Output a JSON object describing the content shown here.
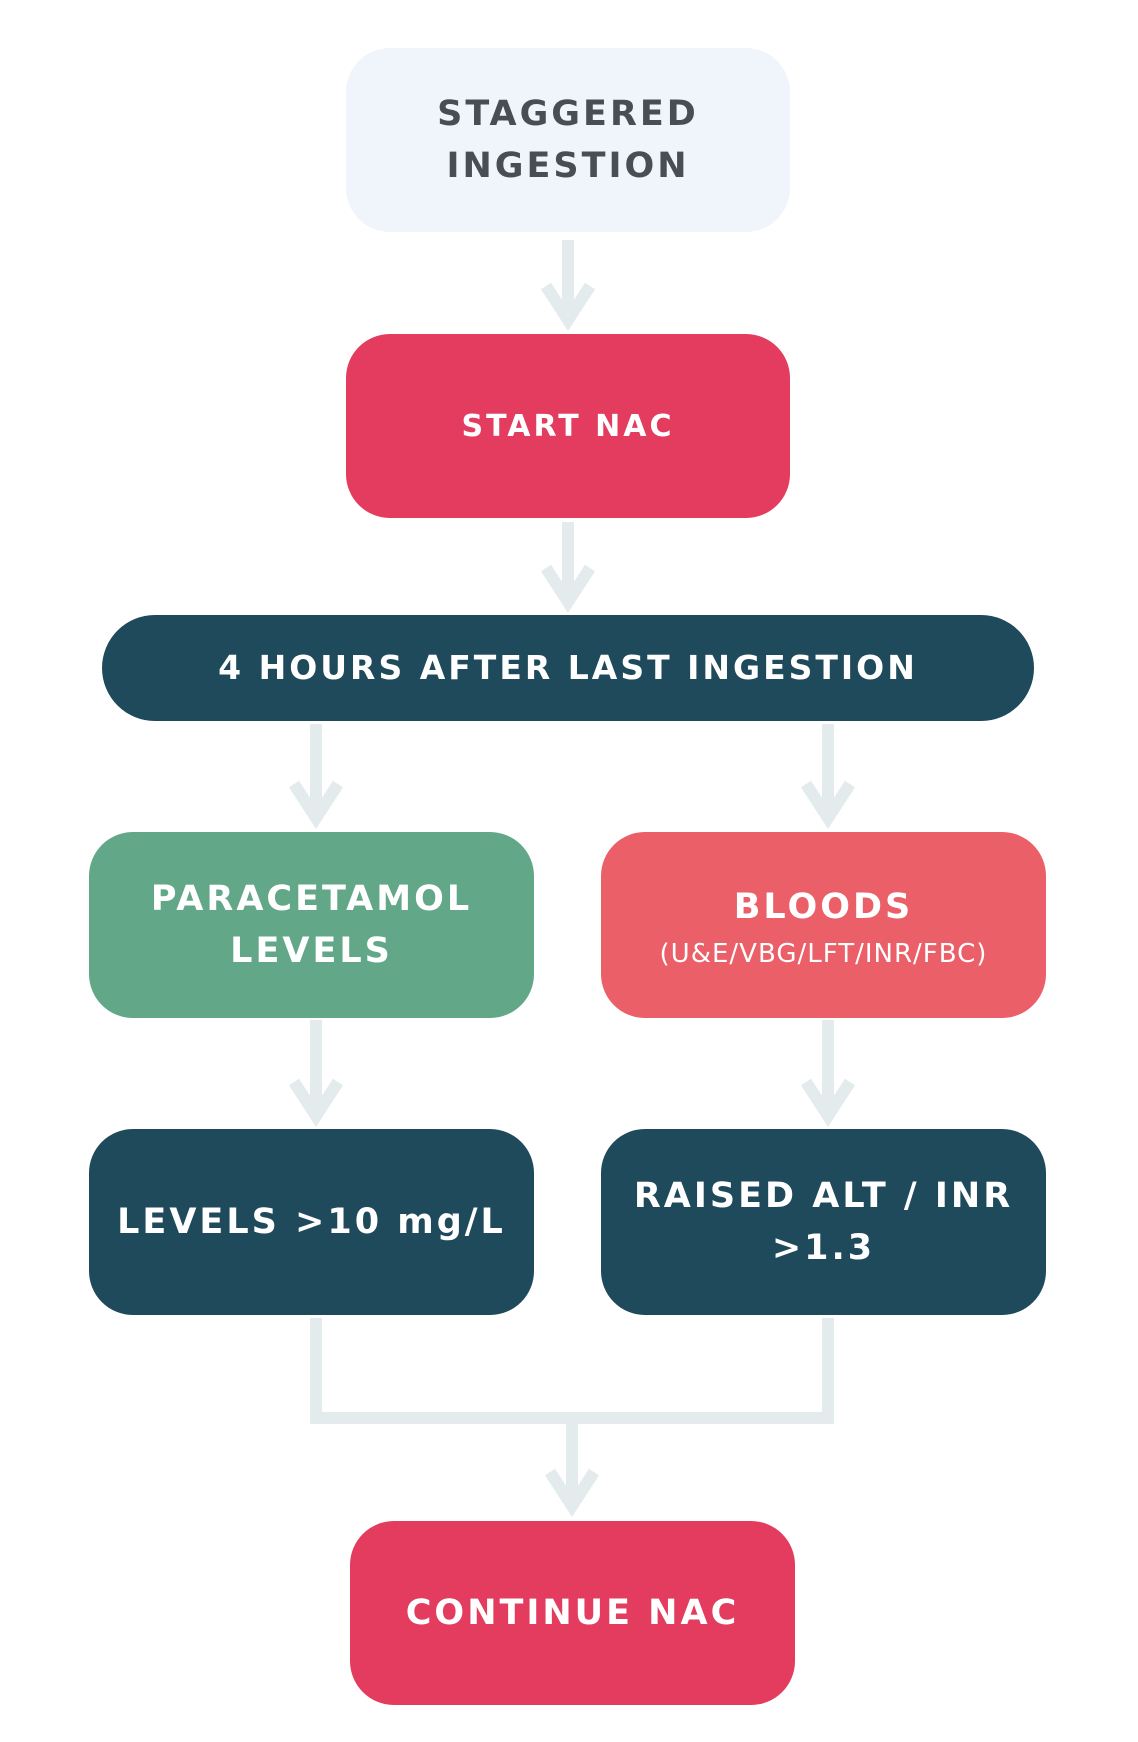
{
  "diagram": {
    "nodes": {
      "staggered": {
        "lines": [
          "STAGGERED",
          "INGESTION"
        ]
      },
      "start_nac": {
        "lines": [
          "START NAC"
        ]
      },
      "four_hours": {
        "lines": [
          "4 HOURS AFTER LAST INGESTION"
        ]
      },
      "paracetamol_levels": {
        "lines": [
          "PARACETAMOL",
          "LEVELS"
        ]
      },
      "bloods": {
        "lines": [
          "BLOODS"
        ],
        "sub": "(U&E/VBG/LFT/INR/FBC)"
      },
      "levels_high": {
        "lines": [
          "LEVELS >10 mg/L"
        ]
      },
      "raised_alt": {
        "lines": [
          "RAISED ALT / INR",
          ">1.3"
        ]
      },
      "continue_nac": {
        "lines": [
          "CONTINUE NAC"
        ]
      }
    },
    "edges": [
      {
        "from": "staggered",
        "to": "start_nac"
      },
      {
        "from": "start_nac",
        "to": "four_hours"
      },
      {
        "from": "four_hours",
        "to": "paracetamol_levels"
      },
      {
        "from": "four_hours",
        "to": "bloods"
      },
      {
        "from": "paracetamol_levels",
        "to": "levels_high"
      },
      {
        "from": "bloods",
        "to": "raised_alt"
      },
      {
        "from": "levels_high",
        "to": "continue_nac"
      },
      {
        "from": "raised_alt",
        "to": "continue_nac"
      }
    ],
    "colors": {
      "connector": "#e4ebec",
      "light_box": "#eff5fa",
      "red": "#e33c5f",
      "coral": "#ea5f68",
      "teal_dark": "#1f4a5c",
      "green": "#63a789",
      "dark_text": "#4a4e52"
    }
  }
}
